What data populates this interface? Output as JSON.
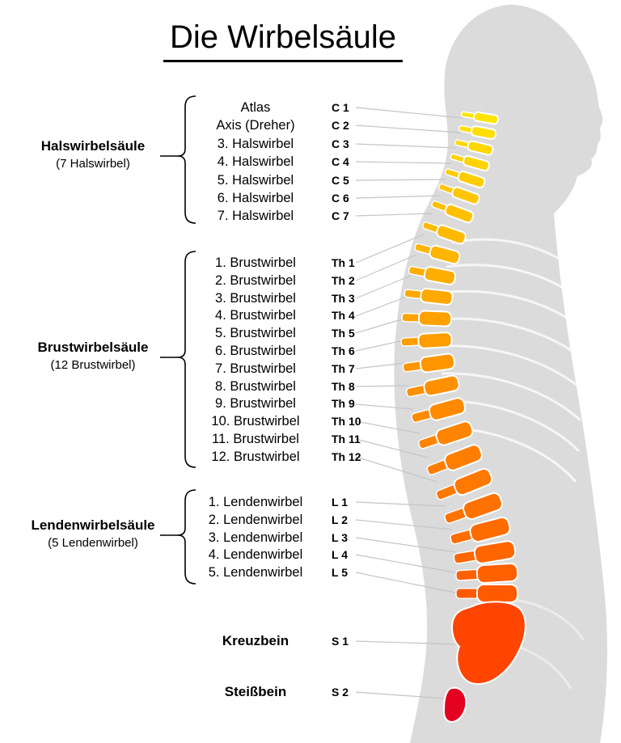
{
  "title": "Die Wirbelsäule",
  "sections": [
    {
      "id": "cervical",
      "title": "Halswirbelsäule",
      "subtitle": "(7 Halswirbel)",
      "rows": [
        {
          "name": "Atlas",
          "code": "C 1"
        },
        {
          "name": "Axis (Dreher)",
          "code": "C 2"
        },
        {
          "name": "3. Halswirbel",
          "code": "C 3"
        },
        {
          "name": "4. Halswirbel",
          "code": "C 4"
        },
        {
          "name": "5. Halswirbel",
          "code": "C 5"
        },
        {
          "name": "6. Halswirbel",
          "code": "C 6"
        },
        {
          "name": "7. Halswirbel",
          "code": "C 7"
        }
      ]
    },
    {
      "id": "thoracic",
      "title": "Brustwirbelsäule",
      "subtitle": "(12 Brustwirbel)",
      "rows": [
        {
          "name": "1. Brustwirbel",
          "code": "Th 1"
        },
        {
          "name": "2. Brustwirbel",
          "code": "Th 2"
        },
        {
          "name": "3. Brustwirbel",
          "code": "Th 3"
        },
        {
          "name": "4. Brustwirbel",
          "code": "Th 4"
        },
        {
          "name": "5. Brustwirbel",
          "code": "Th 5"
        },
        {
          "name": "6. Brustwirbel",
          "code": "Th 6"
        },
        {
          "name": "7. Brustwirbel",
          "code": "Th 7"
        },
        {
          "name": "8. Brustwirbel",
          "code": "Th 8"
        },
        {
          "name": "9. Brustwirbel",
          "code": "Th 9"
        },
        {
          "name": "10. Brustwirbel",
          "code": "Th 10"
        },
        {
          "name": "11. Brustwirbel",
          "code": "Th 11"
        },
        {
          "name": "12. Brustwirbel",
          "code": "Th 12"
        }
      ]
    },
    {
      "id": "lumbar",
      "title": "Lendenwirbelsäule",
      "subtitle": "(5 Lendenwirbel)",
      "rows": [
        {
          "name": "1. Lendenwirbel",
          "code": "L 1"
        },
        {
          "name": "2. Lendenwirbel",
          "code": "L 2"
        },
        {
          "name": "3. Lendenwirbel",
          "code": "L 3"
        },
        {
          "name": "4. Lendenwirbel",
          "code": "L 4"
        },
        {
          "name": "5. Lendenwirbel",
          "code": "L 5"
        }
      ]
    }
  ],
  "sacral_rows": [
    {
      "name": "Kreuzbein",
      "code": "S 1"
    },
    {
      "name": "Steißbein",
      "code": "S 2"
    }
  ],
  "colors": {
    "spine_top": "#FFE400",
    "spine_bottom": "#FF5A00",
    "sacrum": "#FF4500",
    "coccyx": "#E30020",
    "silhouette": "#DBDBDB",
    "connector": "#C5C5C5",
    "bracket": "#000000"
  }
}
